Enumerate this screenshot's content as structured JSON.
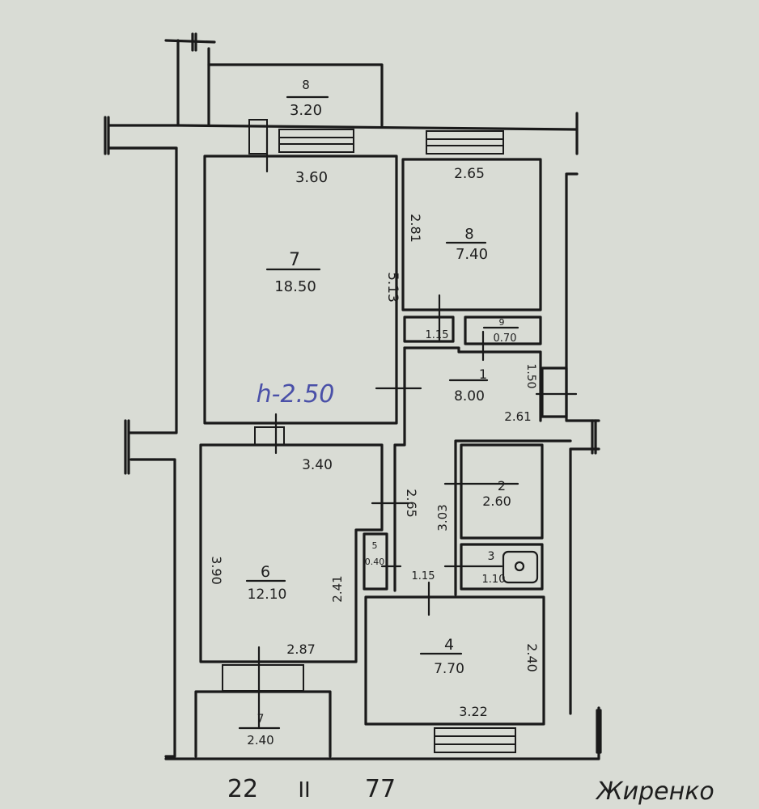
{
  "rooms": [
    {
      "id": "balcony-top",
      "number": "8",
      "area": "3.20"
    },
    {
      "id": "room-7",
      "number": "7",
      "area": "18.50",
      "width": "3.60",
      "length": "5.13"
    },
    {
      "id": "room-8",
      "number": "8",
      "area": "7.40",
      "width": "2.65",
      "length": "2.81"
    },
    {
      "id": "closet-9",
      "number": "9",
      "area": "0.70",
      "width": "1.15"
    },
    {
      "id": "hall-1",
      "number": "1",
      "area": "8.00",
      "width": "2.61",
      "length": "1.50"
    },
    {
      "id": "room-6",
      "number": "6",
      "area": "12.10",
      "width": "3.40",
      "length": "3.90",
      "side": "2.41",
      "bottom": "2.87"
    },
    {
      "id": "wc-2",
      "number": "2",
      "area": "2.60",
      "length": "3.03"
    },
    {
      "id": "bath-3",
      "number": "3",
      "area": "1.10",
      "width": "1.15"
    },
    {
      "id": "closet-5",
      "number": "5",
      "area": "0.40"
    },
    {
      "id": "kitchen-4",
      "number": "4",
      "area": "7.70",
      "width": "3.22",
      "length": "2.40"
    },
    {
      "id": "balcony-bottom",
      "number": "7",
      "area": "2.40"
    }
  ],
  "corridor_length": "2.65",
  "ceiling_height": "h-2.50",
  "footer": {
    "left": "22",
    "middle": "II",
    "right": "77",
    "signature": "Жиренко"
  }
}
